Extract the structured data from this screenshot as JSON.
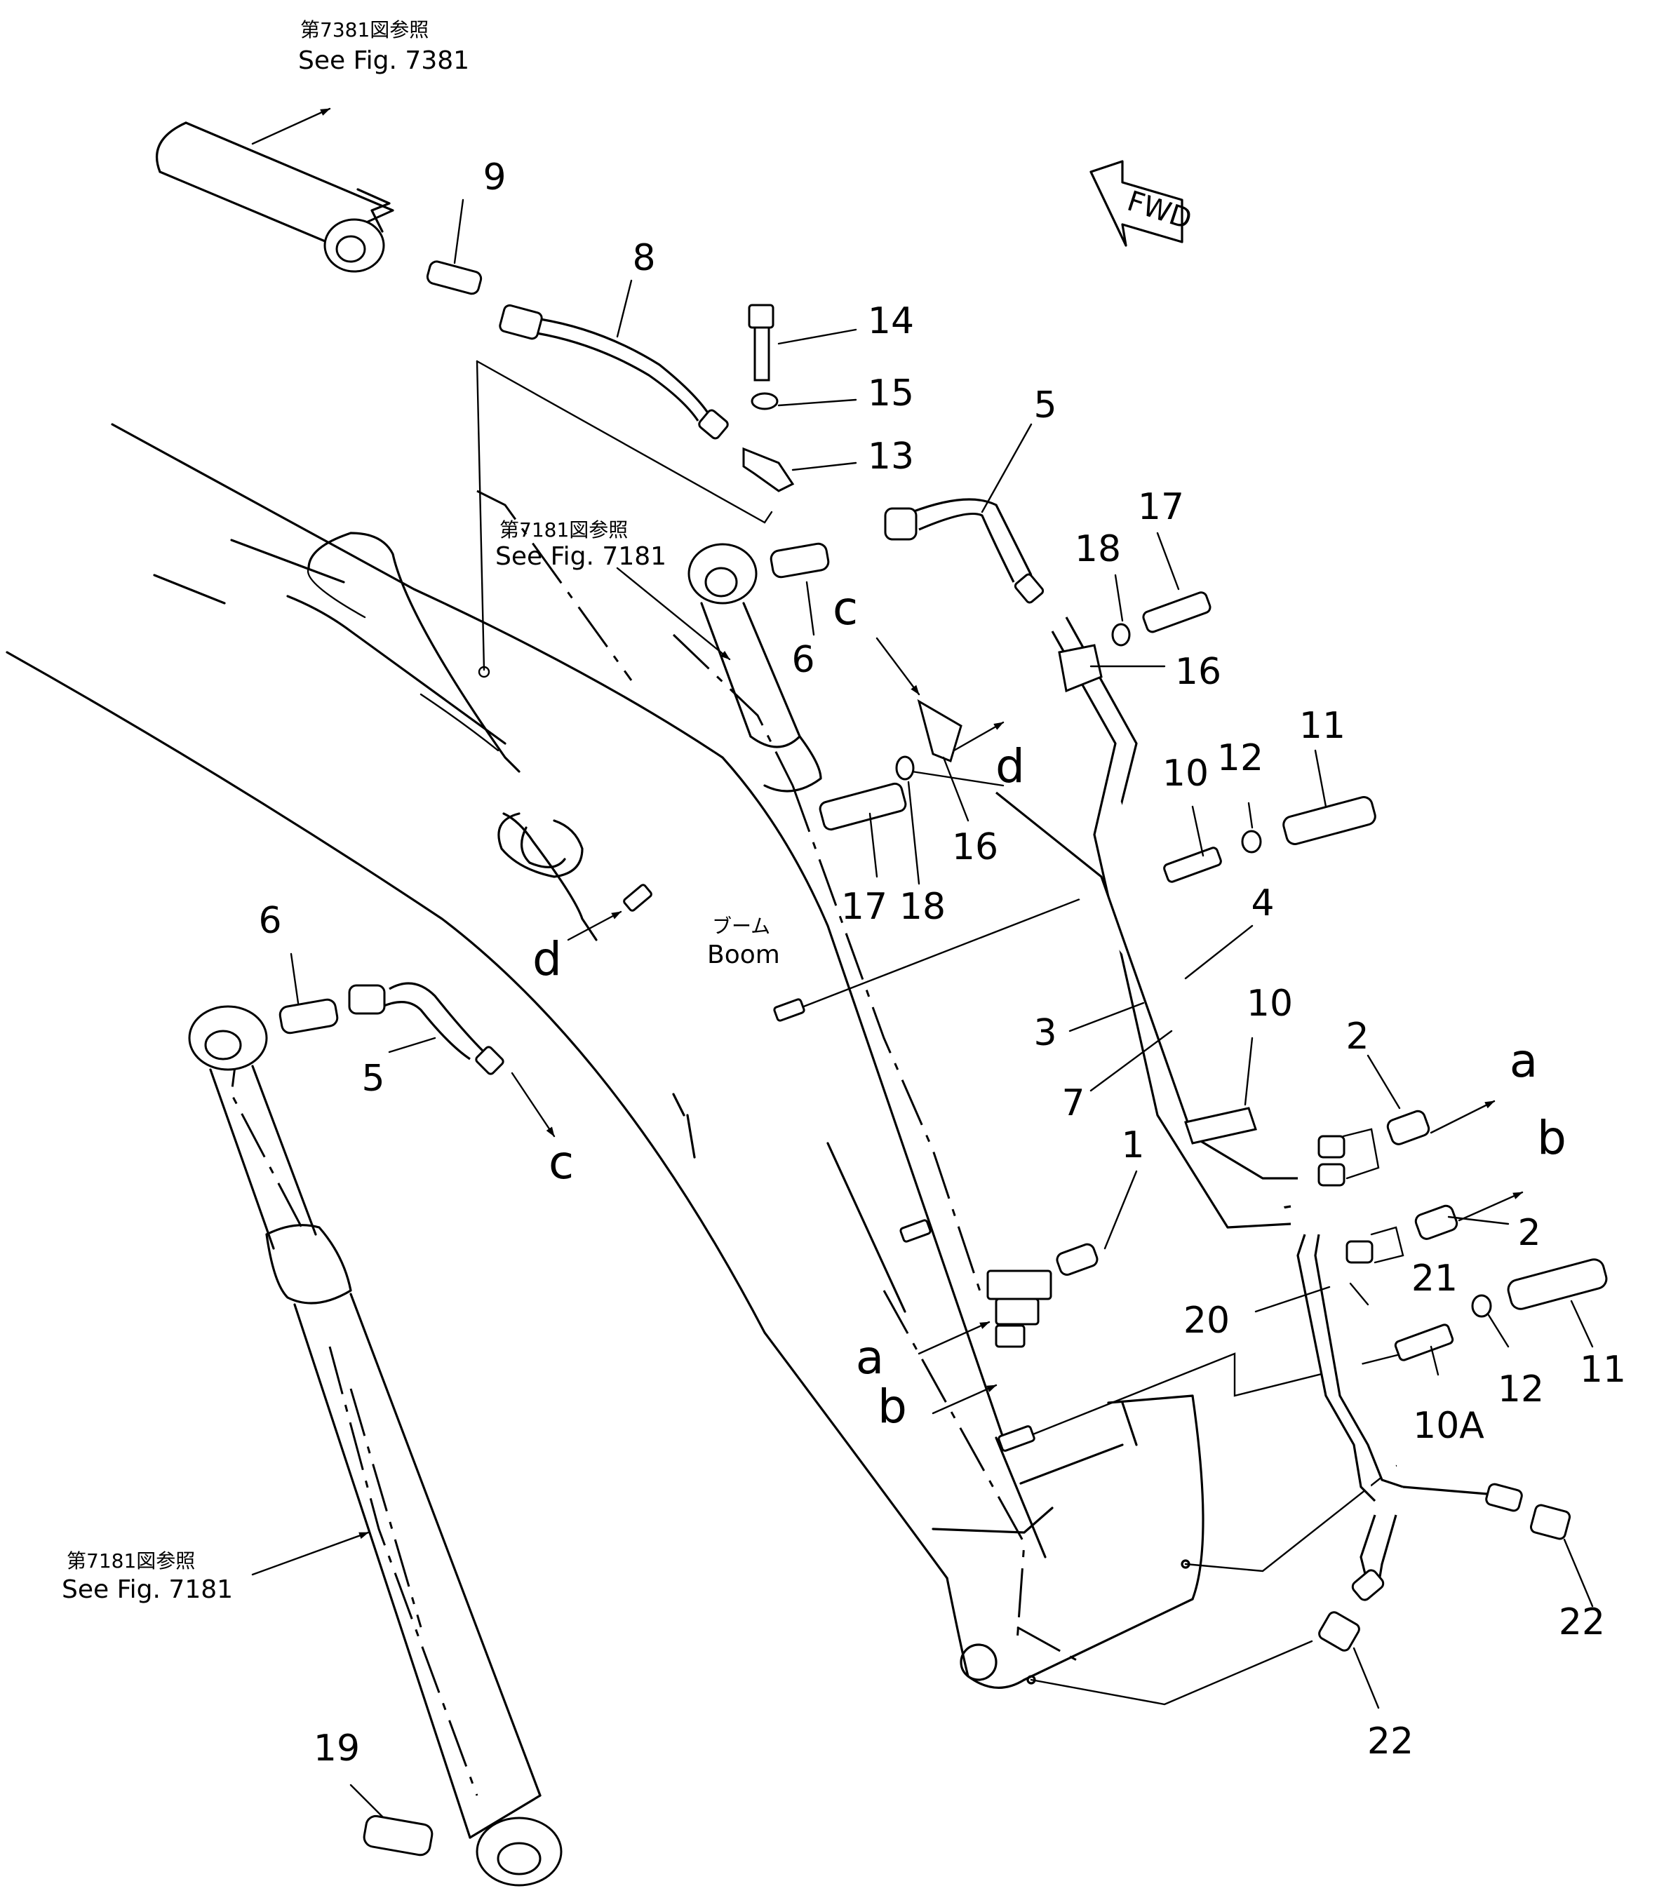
{
  "fwd_label": "FWD",
  "references": {
    "fig7381_jp": "第7381図参照",
    "fig7381_en": "See Fig. 7381",
    "fig7181_top_jp": "第7181図参照",
    "fig7181_top_en": "See Fig. 7181",
    "fig7181_left_jp": "第7181図参照",
    "fig7181_left_en": "See Fig. 7181"
  },
  "boom_label": {
    "jp": "ブーム",
    "en": "Boom"
  },
  "part_numbers": {
    "n1": "1",
    "n2a": "2",
    "n2b": "2",
    "n3": "3",
    "n4": "4",
    "n5a": "5",
    "n5b": "5",
    "n6a": "6",
    "n6b": "6",
    "n7": "7",
    "n8": "8",
    "n9": "9",
    "n10a": "10",
    "n10b": "10",
    "n10A": "10A",
    "n11a": "11",
    "n11b": "11",
    "n12a": "12",
    "n12b": "12",
    "n13": "13",
    "n14": "14",
    "n15": "15",
    "n16a": "16",
    "n16b": "16",
    "n17a": "17",
    "n17b": "17",
    "n18a": "18",
    "n18b": "18",
    "n19": "19",
    "n20": "20",
    "n21": "21",
    "n22a": "22",
    "n22b": "22"
  },
  "connection_letters": {
    "a_right": "a",
    "b_right": "b",
    "a_left": "a",
    "b_left": "b",
    "c_top": "c",
    "c_bottom": "c",
    "d_right": "d",
    "d_left": "d"
  }
}
